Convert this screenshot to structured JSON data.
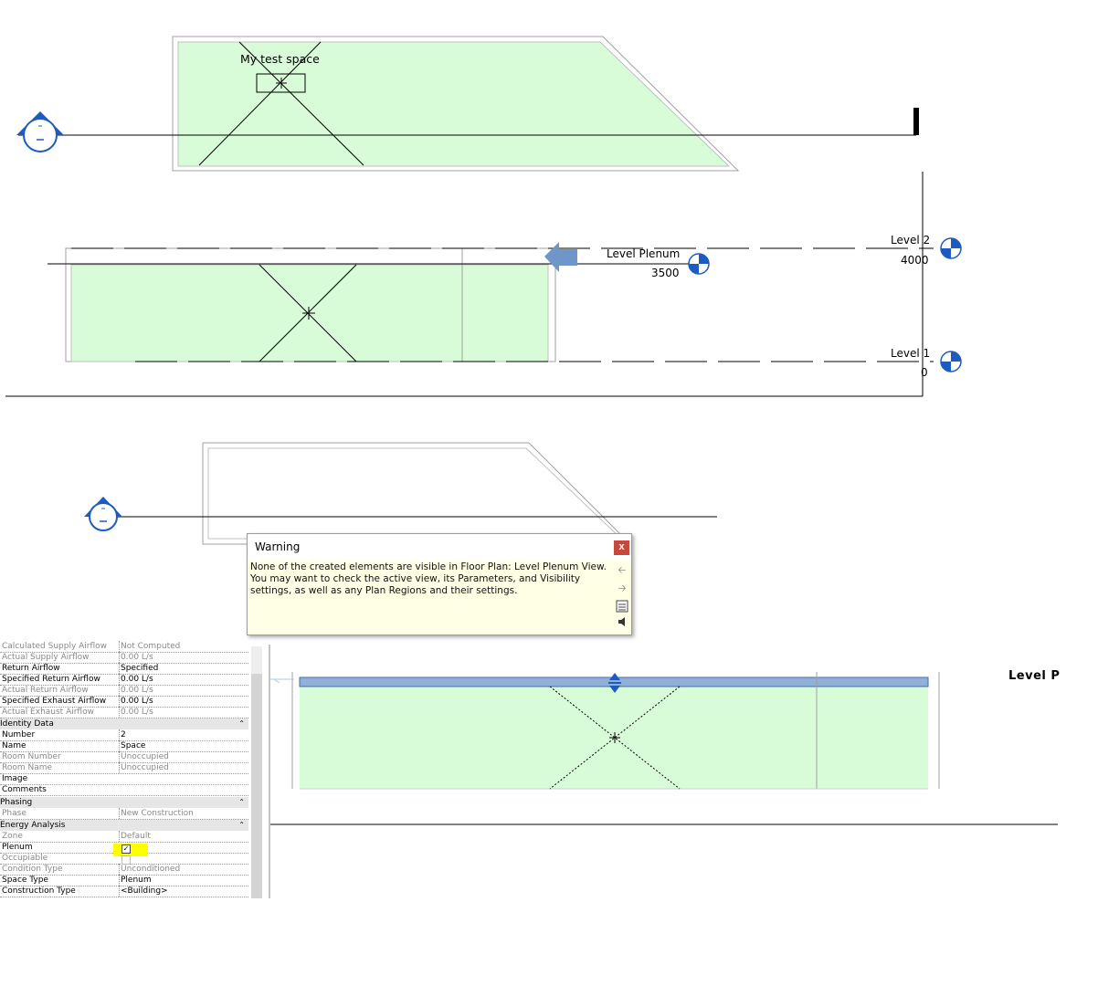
{
  "top_view": {
    "space_label": "My test space"
  },
  "section_view": {
    "level_plenum": {
      "name": "Level Plenum",
      "elevation": "3500"
    },
    "level_2": {
      "name": "Level 2",
      "elevation": "4000"
    },
    "level_1": {
      "name": "Level 1",
      "elevation": "0"
    }
  },
  "warning_dialog": {
    "title": "Warning",
    "close_label": "x",
    "message": "None of the created elements are visible in Floor Plan: Level Plenum View. You may want to check the active view, its Parameters, and Visibility settings, as well as any Plan Regions and their settings."
  },
  "properties": {
    "rows_top": [
      {
        "key": "Calculated Supply Airflow",
        "value": "Not Computed",
        "muted": true
      },
      {
        "key": "Actual Supply Airflow",
        "value": "0.00 L/s",
        "muted": true
      },
      {
        "key": "Return Airflow",
        "value": "Specified",
        "muted": false
      },
      {
        "key": "Specified Return Airflow",
        "value": "0.00 L/s",
        "muted": false
      },
      {
        "key": "Actual Return Airflow",
        "value": "0.00 L/s",
        "muted": true
      },
      {
        "key": "Specified Exhaust Airflow",
        "value": "0.00 L/s",
        "muted": false
      },
      {
        "key": "Actual Exhaust Airflow",
        "value": "0.00 L/s",
        "muted": true
      }
    ],
    "group_identity": "Identity Data",
    "rows_identity": [
      {
        "key": "Number",
        "value": "2",
        "muted": false
      },
      {
        "key": "Name",
        "value": "Space",
        "muted": false
      },
      {
        "key": "Room Number",
        "value": "Unoccupied",
        "muted": true
      },
      {
        "key": "Room Name",
        "value": "Unoccupied",
        "muted": true
      },
      {
        "key": "Image",
        "value": "",
        "muted": false
      },
      {
        "key": "Comments",
        "value": "",
        "muted": false
      }
    ],
    "group_phasing": "Phasing",
    "rows_phasing": [
      {
        "key": "Phase",
        "value": "New Construction",
        "muted": true
      }
    ],
    "group_energy": "Energy Analysis",
    "rows_energy": [
      {
        "key": "Zone",
        "value": "Default",
        "muted": true
      },
      {
        "key": "Plenum",
        "value": "",
        "muted": false
      },
      {
        "key": "Occupiable",
        "value": "",
        "muted": true
      },
      {
        "key": "Condition Type",
        "value": "Unconditioned",
        "muted": true
      },
      {
        "key": "Space Type",
        "value": "Plenum",
        "muted": false
      },
      {
        "key": "Construction Type",
        "value": "<Building>",
        "muted": false
      }
    ],
    "plenum_checked": true,
    "highlight_color": "#ffff00"
  },
  "bottom_view": {
    "level_label": "Level P"
  },
  "colors": {
    "space_fill": "#d8fcd8",
    "marker_blue": "#0047ab",
    "plenum_band": "#8fb0d8",
    "arrow_blue": "#6f96c8"
  }
}
